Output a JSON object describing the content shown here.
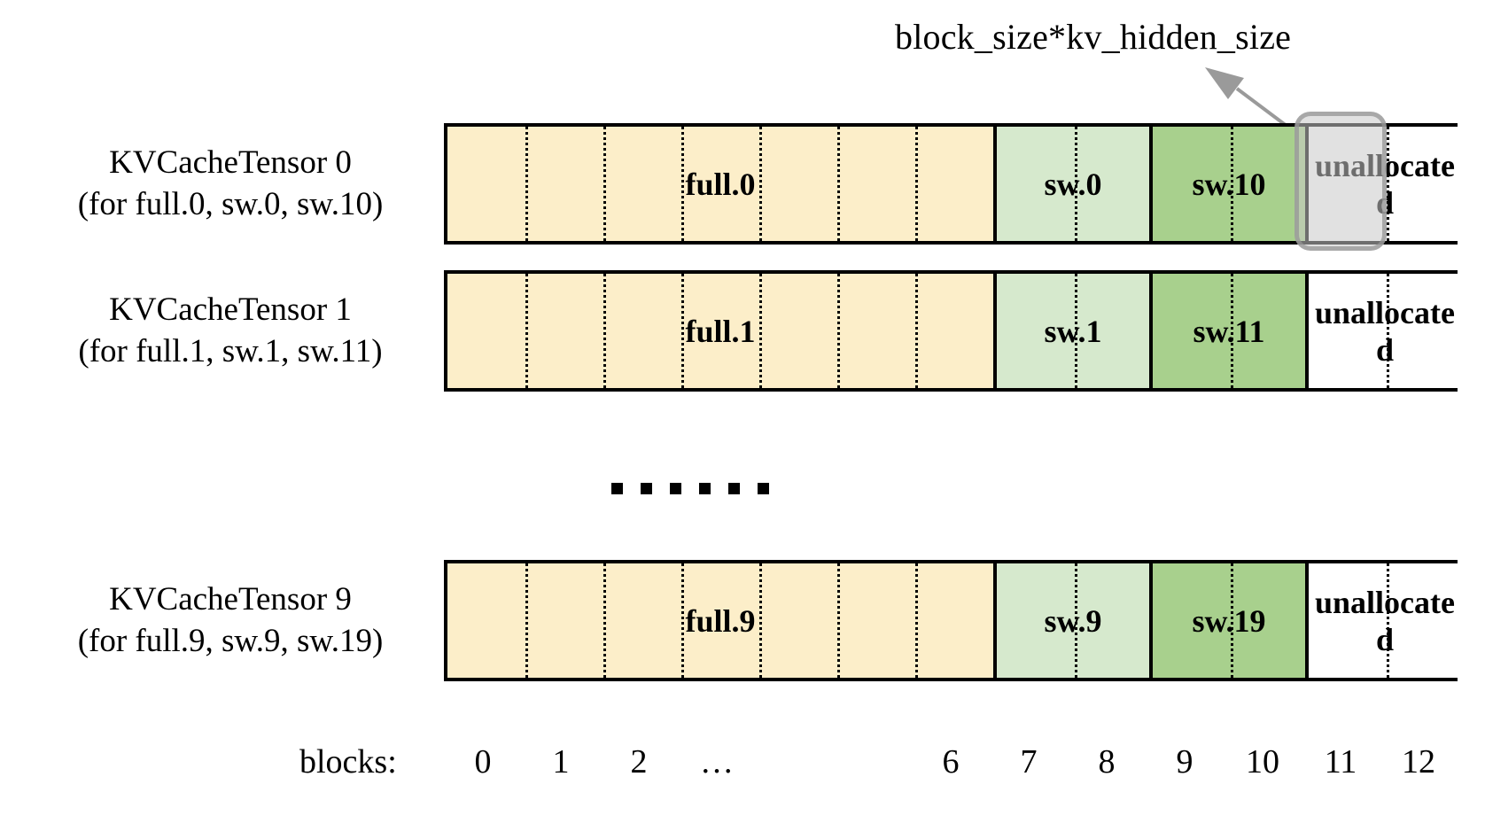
{
  "annotation": {
    "label": "block_size*kv_hidden_size",
    "arrow_name": "callout-arrow",
    "highlight_block_index": 11
  },
  "diagram": {
    "block_count": 13,
    "colors": {
      "full": "#fceec9",
      "sw_light": "#d6e9cd",
      "sw_dark": "#a8d08d",
      "unallocated": "#ffffff",
      "outline": "#000000",
      "highlight_fill": "rgba(200,200,200,0.55)",
      "highlight_stroke": "rgba(150,150,150,0.75)"
    },
    "rows": [
      {
        "label_line1": "KVCacheTensor 0",
        "label_line2": "(for full.0, sw.0, sw.10)",
        "segments": [
          {
            "text": "full.0",
            "kind": "full",
            "blocks": 7
          },
          {
            "text": "sw.0",
            "kind": "sw_light",
            "blocks": 2
          },
          {
            "text": "sw.10",
            "kind": "sw_dark",
            "blocks": 2
          },
          {
            "text": "unalloca ted",
            "kind": "unallocated",
            "blocks": 2
          }
        ]
      },
      {
        "label_line1": "KVCacheTensor 1",
        "label_line2": "(for full.1, sw.1, sw.11)",
        "segments": [
          {
            "text": "full.1",
            "kind": "full",
            "blocks": 7
          },
          {
            "text": "sw.1",
            "kind": "sw_light",
            "blocks": 2
          },
          {
            "text": "sw.11",
            "kind": "sw_dark",
            "blocks": 2
          },
          {
            "text": "unalloca ted",
            "kind": "unallocated",
            "blocks": 2
          }
        ]
      },
      {
        "label_line1": "KVCacheTensor 9",
        "label_line2": "(for full.9, sw.9, sw.19)",
        "segments": [
          {
            "text": "full.9",
            "kind": "full",
            "blocks": 7
          },
          {
            "text": "sw.9",
            "kind": "sw_light",
            "blocks": 2
          },
          {
            "text": "sw.19",
            "kind": "sw_dark",
            "blocks": 2
          },
          {
            "text": "unalloca ted",
            "kind": "unallocated",
            "blocks": 2
          }
        ]
      }
    ],
    "ellipsis_dot_count": 6
  },
  "axis": {
    "title": "blocks:",
    "ticks": [
      "0",
      "1",
      "2",
      "…",
      "6",
      "7",
      "8",
      "9",
      "10",
      "11",
      "12"
    ],
    "tick_block_index": [
      0,
      1,
      2,
      3,
      6,
      7,
      8,
      9,
      10,
      11,
      12
    ]
  }
}
